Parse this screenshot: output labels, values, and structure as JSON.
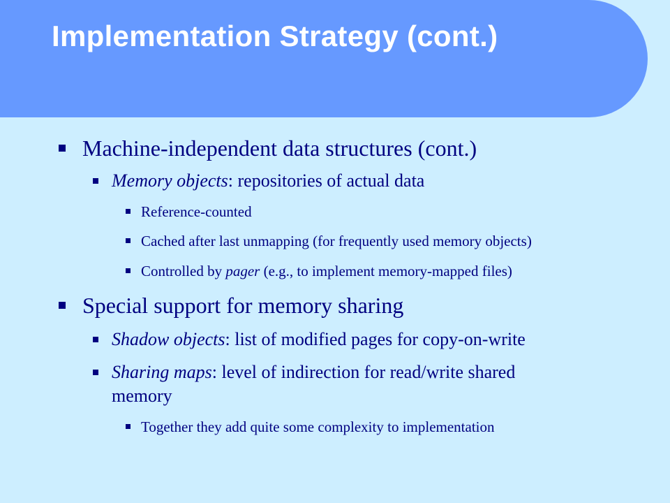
{
  "slide": {
    "title": "Implementation Strategy (cont.)",
    "bullets": [
      {
        "id": "b1",
        "level": 1,
        "parts": [
          {
            "t": "Machine-independent data structures (cont.)"
          }
        ]
      },
      {
        "id": "b1a",
        "level": 2,
        "parts": [
          {
            "t": "Memory objects",
            "i": true
          },
          {
            "t": ": repositories of actual data"
          }
        ]
      },
      {
        "id": "b1a1",
        "level": 3,
        "parts": [
          {
            "t": "Reference-counted"
          }
        ]
      },
      {
        "id": "b1a2",
        "level": 3,
        "parts": [
          {
            "t": "Cached after last unmapping (for frequently used memory objects)"
          }
        ]
      },
      {
        "id": "b1a3",
        "level": 3,
        "parts": [
          {
            "t": "Controlled by "
          },
          {
            "t": "pager",
            "i": true
          },
          {
            "t": " (e.g., to implement memory-mapped files)"
          }
        ]
      },
      {
        "id": "b2",
        "level": 1,
        "parts": [
          {
            "t": "Special support for memory sharing"
          }
        ]
      },
      {
        "id": "b2a",
        "level": 2,
        "parts": [
          {
            "t": "Shadow objects",
            "i": true
          },
          {
            "t": ": list of modified pages for copy-on-write"
          }
        ]
      },
      {
        "id": "b2b",
        "level": 2,
        "parts": [
          {
            "t": "Sharing maps",
            "i": true
          },
          {
            "t": ": level of indirection for read/write shared"
          }
        ]
      },
      {
        "id": "b2b-cont",
        "level": 2,
        "cont": true,
        "parts": [
          {
            "t": "memory"
          }
        ]
      },
      {
        "id": "b2b1",
        "level": 3,
        "parts": [
          {
            "t": "Together they add quite some complexity to implementation"
          }
        ]
      }
    ]
  }
}
